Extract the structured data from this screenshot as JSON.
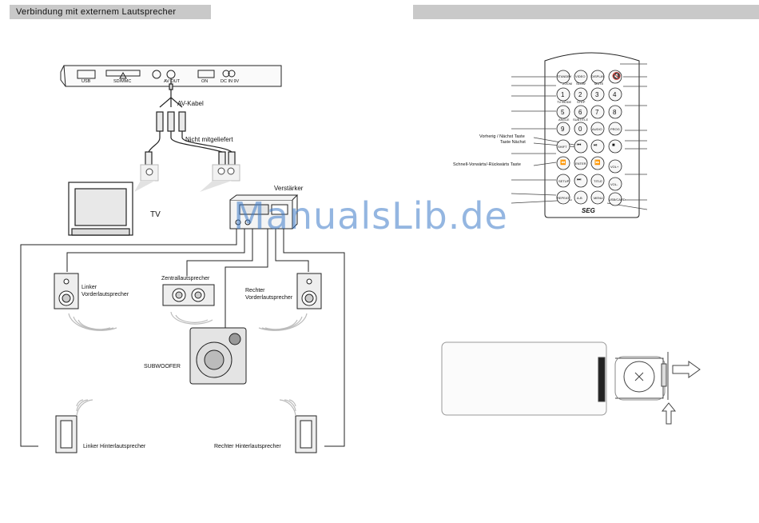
{
  "header_left": "Verbindung mit externem Lautsprecher",
  "header_right": "",
  "device_ports": {
    "usb": "USB",
    "sd": "SD/MMC",
    "av_out": "AV OUT",
    "on": "ON",
    "dc": "DC IN 9V"
  },
  "labels": {
    "av_kabel": "AV-Kabel",
    "nicht_mitgeliefert": "Nicht mitgeliefert",
    "tv": "TV",
    "verstaerker": "Verstärker",
    "linker_vorder_1": "Linker",
    "linker_vorder_2": "Vorderlautsprecher",
    "zentral": "Zentrallautsprecher",
    "rechter_vorder_1": "Rechter",
    "rechter_vorder_2": "Vorderlautsprecher",
    "subwoofer": "SUBWOOFER",
    "linker_hinter": "Linker Hinterlautsprecher",
    "rechter_hinter": "Rechter Hinterlautsprecher"
  },
  "remote": {
    "labels": {
      "prev_next_1": "Vorherig / Nächst Taste",
      "prev_next_2": "Taste Nächst",
      "fast": "Schnell-Vorwärts/-Rückwärts Taste"
    },
    "buttons": {
      "standby": "STANDBY",
      "video": "VIDEO",
      "display": "DISPLAY",
      "b1": "1",
      "b2": "2",
      "b3": "3",
      "b4": "4",
      "b5": "5",
      "b6": "6",
      "b7": "7",
      "b8": "8",
      "b9": "9",
      "b0": "0",
      "audio": "AUDIO",
      "prog": "PROG",
      "shift": "SHIFT",
      "enter": "ENTER",
      "setup": "SETUP",
      "repeat": "REPEAT",
      "ab": "A-B",
      "menu": "MENU",
      "title": "TITLE",
      "usbcard": "USB/CARD",
      "vol_plus": "VOL+",
      "vol_minus": "VOL-",
      "zoom": "ZOOM",
      "slow": "SLOW",
      "mute": "MUTE",
      "tvmode": "TV MODE",
      "step": "STEP",
      "angle": "ANGLE",
      "subtitle": "SUBTITLE",
      "brand": "SEG"
    }
  },
  "watermark": "ManualsLib.de"
}
